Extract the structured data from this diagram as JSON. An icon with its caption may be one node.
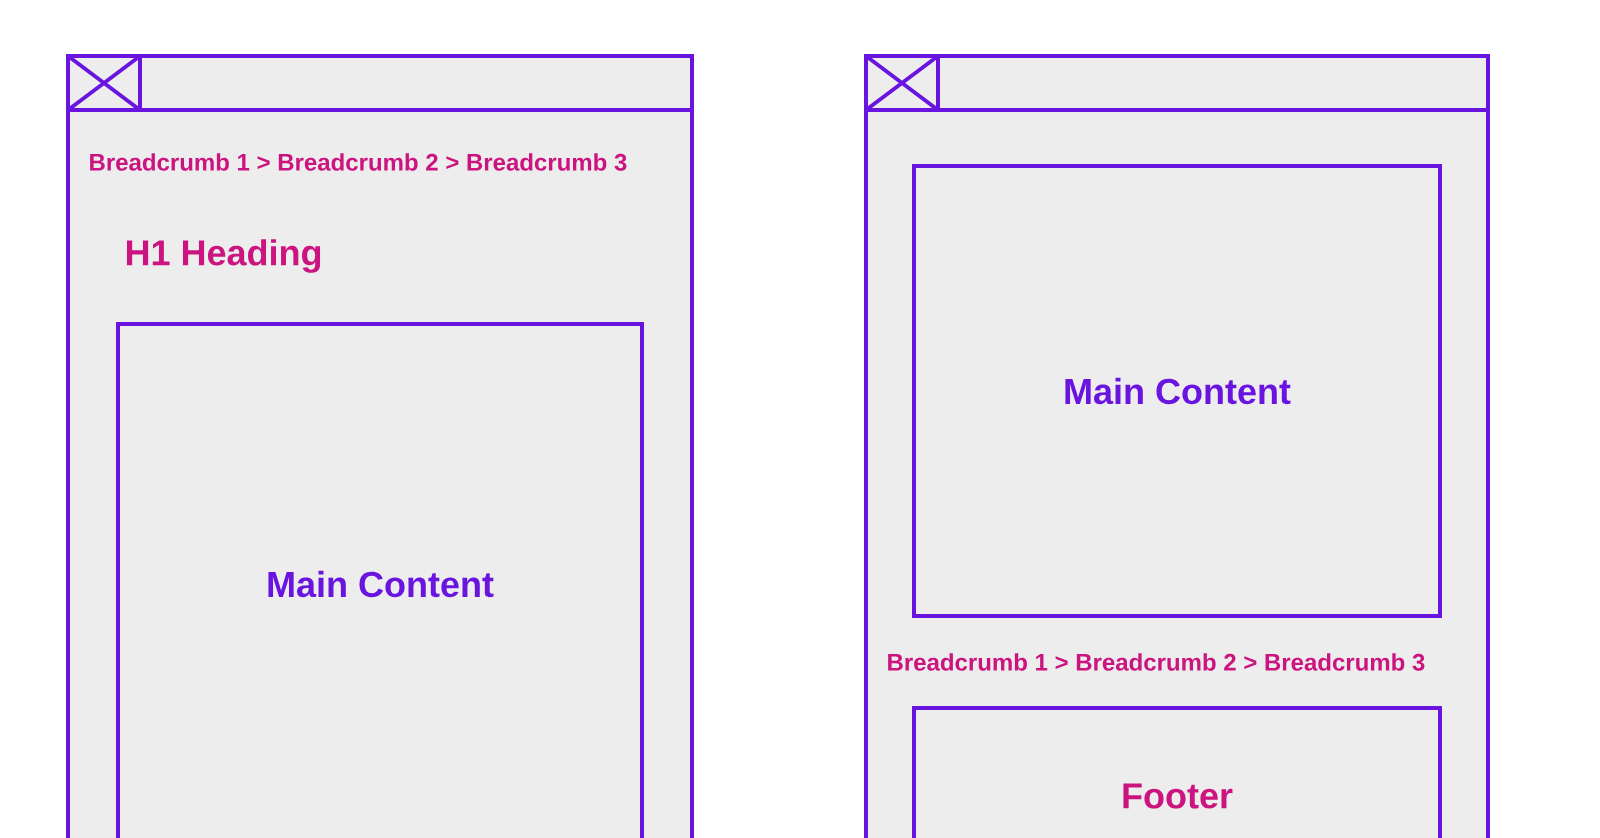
{
  "diagram": {
    "nodes": [
      {
        "text": [],
        "shape": "box"
      },
      {
        "text": [
          "Main Content"
        ],
        "in": 0
      },
      {
        "text": [],
        "shape": "box"
      },
      {
        "text": [
          "Main Content"
        ],
        "in": 2
      },
      {
        "text": [
          "Footer"
        ],
        "in": 2
      }
    ],
    "labels": [
      "Breadcrumb 1 > Breadcrumb 2 > Breadcrumb 3",
      "H1 Heading",
      "Breadcrumb 1 > Breadcrumb 2 > Breadcrumb 3"
    ]
  }
}
